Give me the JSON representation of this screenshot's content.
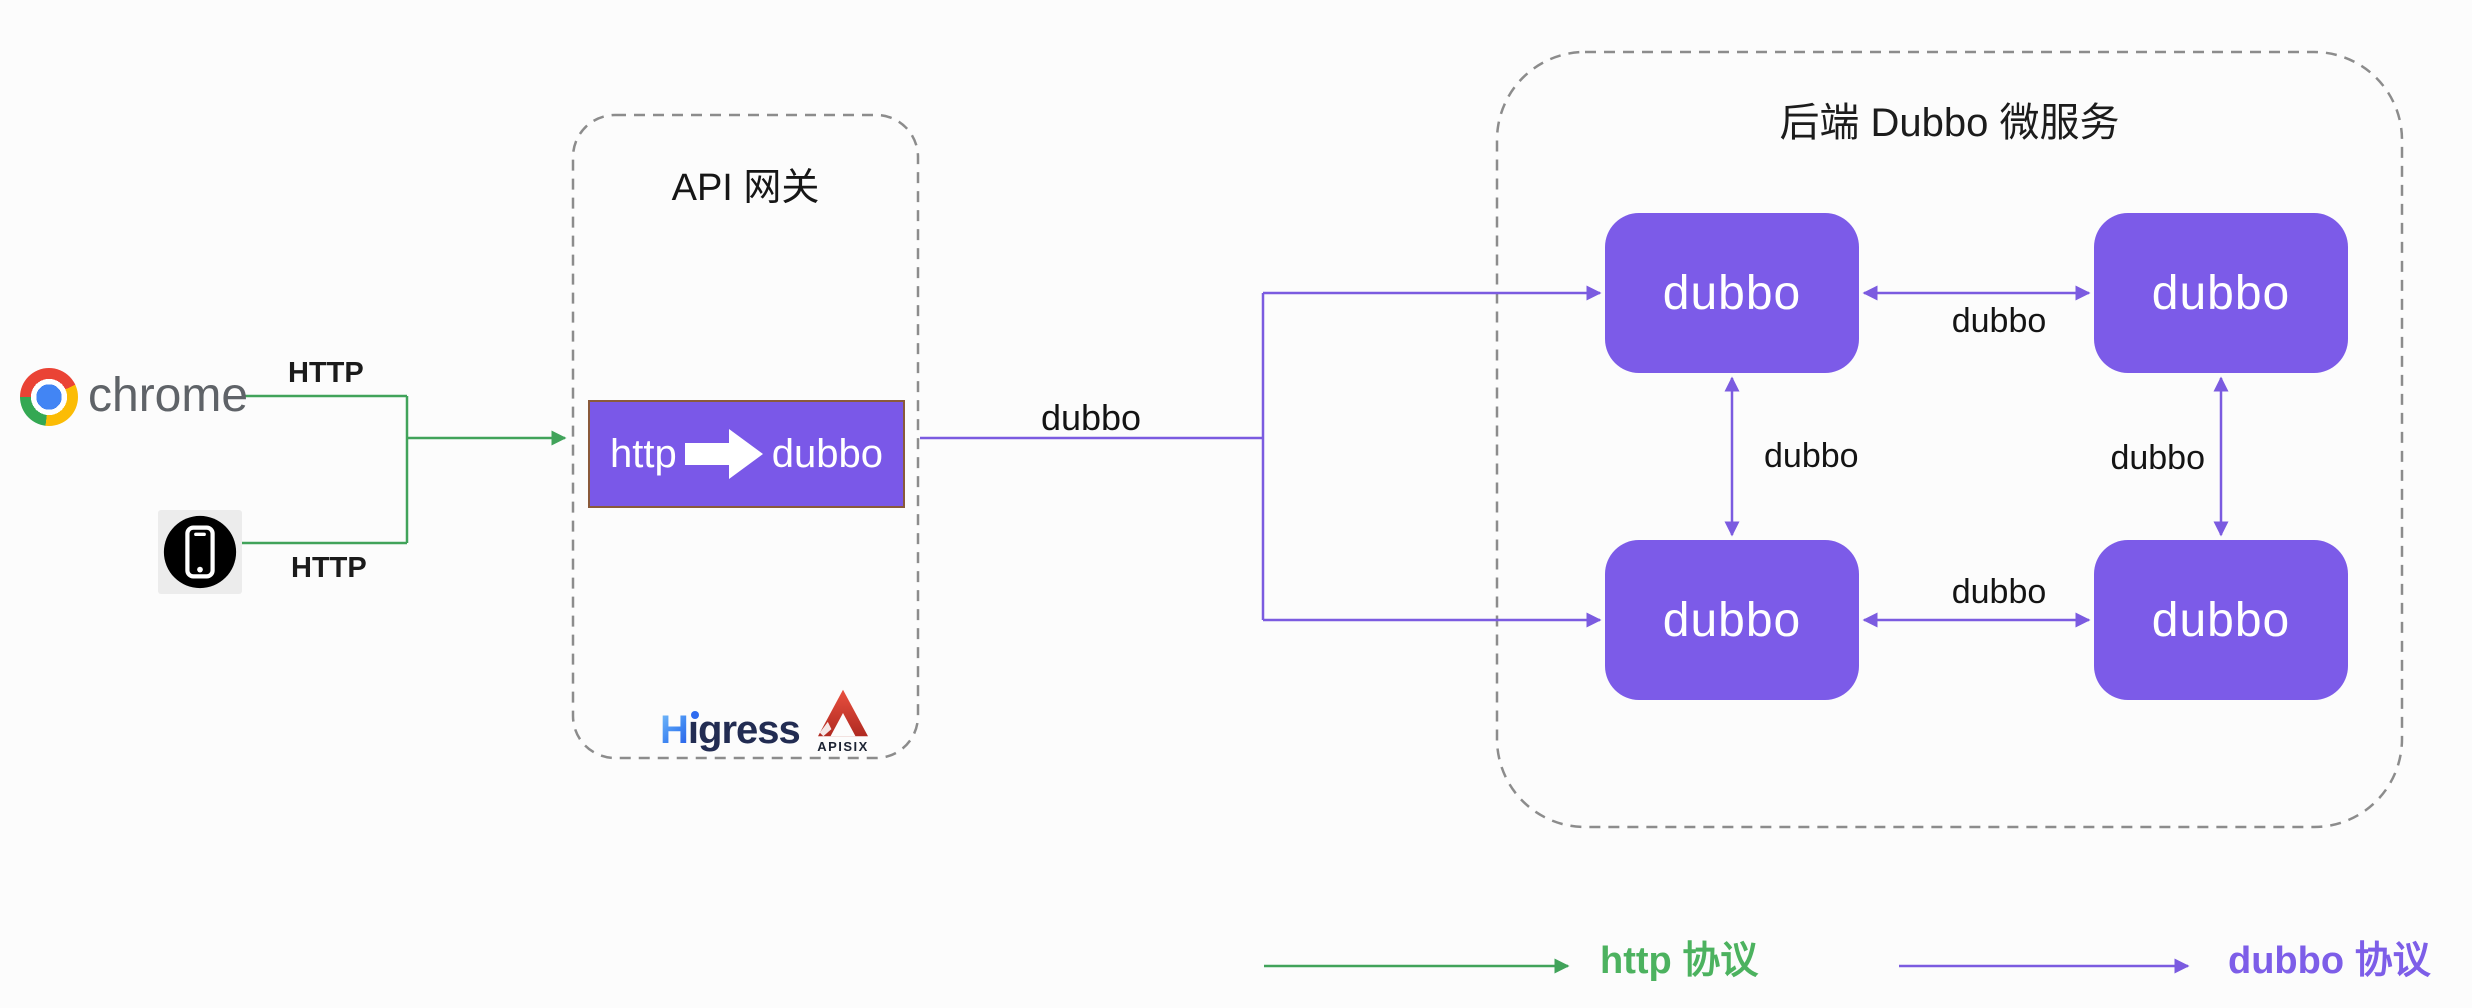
{
  "clients": {
    "chrome_label": "chrome",
    "http_label_top": "HTTP",
    "http_label_bottom": "HTTP"
  },
  "gateway": {
    "title": "API 网关",
    "converter": {
      "source": "http",
      "target": "dubbo"
    },
    "logos": {
      "higress_h": "H",
      "higress_i_stem": "ı",
      "higress_rest": "gress",
      "apisix": "APISIX"
    }
  },
  "flow": {
    "ingress_protocol_label": "dubbo"
  },
  "backend": {
    "title": "后端 Dubbo 微服务",
    "nodes": [
      {
        "label": "dubbo"
      },
      {
        "label": "dubbo"
      },
      {
        "label": "dubbo"
      },
      {
        "label": "dubbo"
      }
    ],
    "edge_labels": {
      "top": "dubbo",
      "bottom": "dubbo",
      "left": "dubbo",
      "right": "dubbo"
    }
  },
  "legend": {
    "http": {
      "label": "http 协议",
      "color": "#4CB25F"
    },
    "dubbo": {
      "label": "dubbo 协议",
      "color": "#7D5EE8"
    }
  }
}
